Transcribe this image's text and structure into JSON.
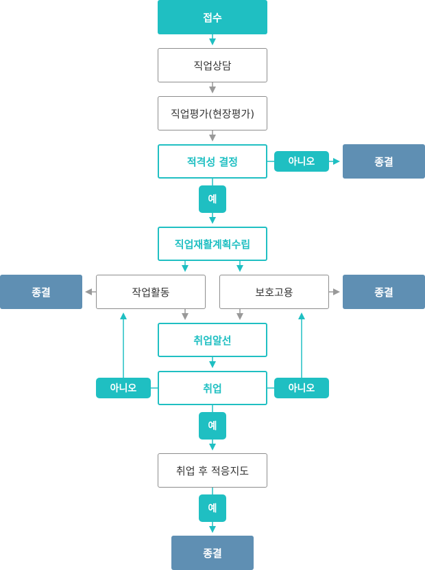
{
  "diagram": {
    "intake": "접수",
    "counseling": "직업상담",
    "evaluation": "직업평가(현장평가)",
    "eligibility": "적격성 결정",
    "no_label": "아니오",
    "yes_label": "예",
    "end_label": "종결",
    "plan": "직업재활계획수립",
    "work_activity": "작업활동",
    "protected_employment": "보호고용",
    "job_placement": "취업알선",
    "employment": "취업",
    "followup": "취업 후 적응지도"
  },
  "colors": {
    "teal": "#1fbfc2",
    "end_blue": "#5f8fb3",
    "gray_border": "#8c8c8c",
    "gray_arrow": "#999999",
    "text_dark": "#333333"
  }
}
